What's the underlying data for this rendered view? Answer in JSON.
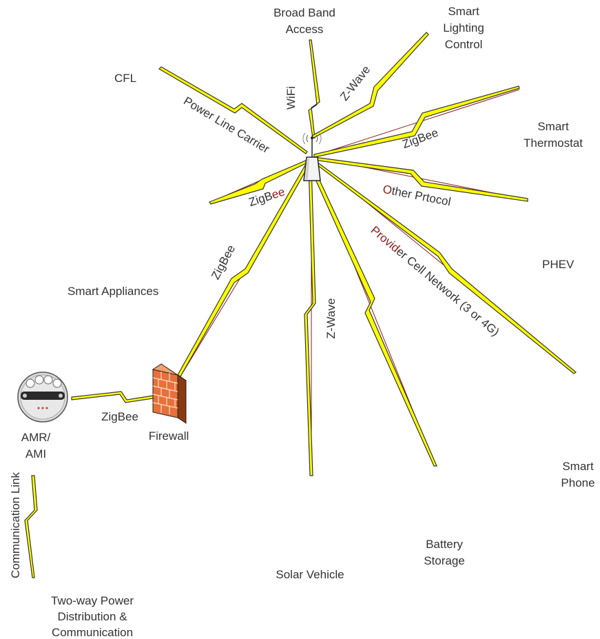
{
  "colors": {
    "bolt_fill": "#ffff00",
    "bolt_stroke": "#333333",
    "label_text": "#333333",
    "highlight_text": "#8b1a1a",
    "firewall": "#e8703a"
  },
  "icons": {
    "hub": "wireless-router-icon",
    "firewall": "brick-firewall-icon",
    "meter": "electric-meter-icon"
  },
  "nodes": {
    "broadband": [
      "Broad Band",
      "Access"
    ],
    "lighting": [
      "Smart",
      "Lighting",
      "Control"
    ],
    "cfl": "CFL",
    "thermostat": [
      "Smart",
      "Thermostat"
    ],
    "phev": "PHEV",
    "appliances": "Smart Appliances",
    "smartphone": [
      "Smart",
      "Phone"
    ],
    "battery": [
      "Battery",
      "Storage"
    ],
    "solar": "Solar Vehicle",
    "amr": [
      "AMR/",
      "AMI"
    ],
    "firewall": "Firewall",
    "twoway": [
      "Two-way Power",
      "Distribution &",
      "Communication"
    ]
  },
  "links": {
    "wifi": "WiFi",
    "zwave_top": "Z-Wave",
    "power_line": "Power Line Carrier",
    "zigbee_thermostat": "ZigBee",
    "zigbee_left_a": "ZigB",
    "zigbee_left_b": "ee",
    "other_a": "O",
    "other_b": "ther Prtocol",
    "provider_a": "Provid",
    "provider_b": "er Cell Network (3 or 4G)",
    "zigbee_appliances": "ZigBee",
    "zwave_bottom": "Z-Wave",
    "zigbee_meter": "ZigBee"
  },
  "legend": {
    "communication_link": "Communication Link"
  }
}
